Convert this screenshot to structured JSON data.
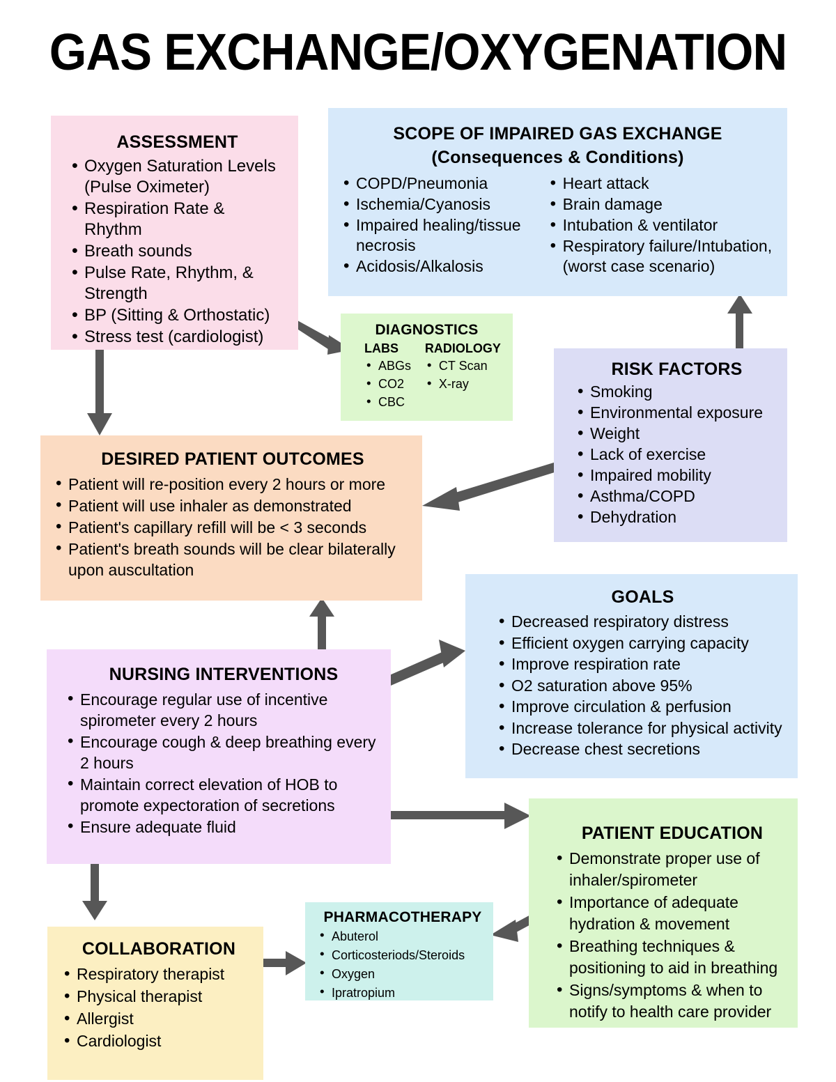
{
  "title": "GAS EXCHANGE/OXYGENATION",
  "colors": {
    "assessment": "#fbdde9",
    "scope": "#d7e9fa",
    "diagnostics": "#ddf7ce",
    "risk": "#dcddf5",
    "outcomes": "#fbdbc2",
    "goals": "#d7e9fa",
    "nursing": "#f4dcfa",
    "education": "#dbf6cc",
    "pharmacotherapy": "#cdf1ec",
    "collaboration": "#fcefc2",
    "arrow": "#575757"
  },
  "boxes": {
    "assessment": {
      "title": "ASSESSMENT",
      "items": [
        "Oxygen Saturation Levels (Pulse Oximeter)",
        "Respiration Rate & Rhythm",
        "Breath sounds",
        "Pulse Rate, Rhythm, & Strength",
        "BP (Sitting & Orthostatic)",
        "Stress test (cardiologist)"
      ]
    },
    "scope": {
      "title_line1": "SCOPE OF IMPAIRED GAS EXCHANGE",
      "title_line2": "(Consequences & Conditions)",
      "items_left": [
        "COPD/Pneumonia",
        "Ischemia/Cyanosis",
        "Impaired healing/tissue necrosis",
        "Acidosis/Alkalosis"
      ],
      "items_right": [
        "Heart attack",
        "Brain damage",
        "Intubation & ventilator",
        "Respiratory failure/Intubation, (worst case scenario)"
      ]
    },
    "diagnostics": {
      "title": "DIAGNOSTICS",
      "labs_heading": "LABS",
      "labs": [
        "ABGs",
        "CO2",
        "CBC"
      ],
      "radiology_heading": "RADIOLOGY",
      "radiology": [
        "CT Scan",
        "X-ray"
      ]
    },
    "risk_factors": {
      "title": "RISK FACTORS",
      "items": [
        "Smoking",
        "Environmental exposure",
        "Weight",
        "Lack of exercise",
        "Impaired mobility",
        "Asthma/COPD",
        "Dehydration"
      ]
    },
    "outcomes": {
      "title": "DESIRED PATIENT OUTCOMES",
      "items": [
        "Patient will re-position every 2 hours or more",
        "Patient will use inhaler as demonstrated",
        "Patient's capillary refill will be < 3 seconds",
        "Patient's breath sounds will be clear bilaterally upon auscultation"
      ]
    },
    "goals": {
      "title": "GOALS",
      "items": [
        "Decreased respiratory distress",
        "Efficient oxygen carrying capacity",
        "Improve respiration rate",
        "O2 saturation above 95%",
        "Improve circulation & perfusion",
        "Increase tolerance for physical activity",
        "Decrease chest secretions"
      ]
    },
    "nursing": {
      "title": "NURSING INTERVENTIONS",
      "items": [
        "Encourage regular use of incentive spirometer every 2 hours",
        "Encourage cough & deep breathing every 2 hours",
        "Maintain correct elevation of HOB to promote expectoration of secretions",
        "Ensure adequate fluid"
      ]
    },
    "education": {
      "title": "PATIENT EDUCATION",
      "items": [
        "Demonstrate proper use of inhaler/spirometer",
        "Importance of adequate hydration & movement",
        "Breathing techniques & positioning to aid in breathing",
        "Signs/symptoms & when to notify to health care provider"
      ]
    },
    "pharmacotherapy": {
      "title": "PHARMACOTHERAPY",
      "items": [
        "Abuterol",
        "Corticosteriods/Steroids",
        "Oxygen",
        "Ipratropium"
      ]
    },
    "collaboration": {
      "title": "COLLABORATION",
      "items": [
        "Respiratory therapist",
        "Physical therapist",
        "Allergist",
        "Cardiologist"
      ]
    }
  },
  "arrows": [
    {
      "name": "assessment-to-diagnostics",
      "from": "assessment",
      "to": "diagnostics"
    },
    {
      "name": "assessment-to-outcomes",
      "from": "assessment",
      "to": "outcomes"
    },
    {
      "name": "risk-to-scope",
      "from": "risk_factors",
      "to": "scope"
    },
    {
      "name": "risk-to-outcomes",
      "from": "risk_factors",
      "to": "outcomes"
    },
    {
      "name": "nursing-to-outcomes",
      "from": "nursing",
      "to": "outcomes"
    },
    {
      "name": "nursing-to-goals",
      "from": "nursing",
      "to": "goals"
    },
    {
      "name": "nursing-to-education",
      "from": "nursing",
      "to": "education"
    },
    {
      "name": "nursing-to-collaboration",
      "from": "nursing",
      "to": "collaboration"
    },
    {
      "name": "collaboration-to-pharmacotherapy",
      "from": "collaboration",
      "to": "pharmacotherapy"
    },
    {
      "name": "education-to-pharmacotherapy",
      "from": "education",
      "to": "pharmacotherapy"
    }
  ]
}
